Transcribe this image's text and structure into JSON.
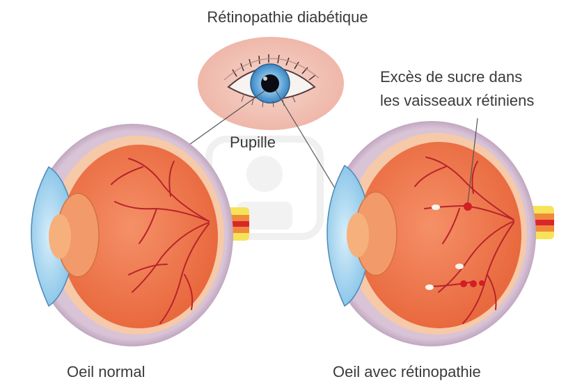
{
  "title": "Rétinopathie diabétique",
  "labels": {
    "pupil": "Pupille",
    "excess_sugar_line1": "Excès de sucre dans",
    "excess_sugar_line2": "les vaisseaux rétiniens",
    "normal_eye": "Oeil normal",
    "retinopathy_eye": "Oeil avec rétinopathie"
  },
  "colors": {
    "face_oval": "#f2c3b8",
    "iris": "#5aa8dc",
    "pupil": "#0b0b12",
    "eyeball_shell": "#b79ab8",
    "retina": "#f07a48",
    "vessels": "#b8232b",
    "cornea": "#9fd1ee",
    "optic_nerve_yellow": "#f6e35a"
  },
  "icons": {
    "front_eye": "eye-front-illustration",
    "normal_eye": "eye-cross-section",
    "retinopathy_eye": "eye-cross-section-retinopathy"
  }
}
